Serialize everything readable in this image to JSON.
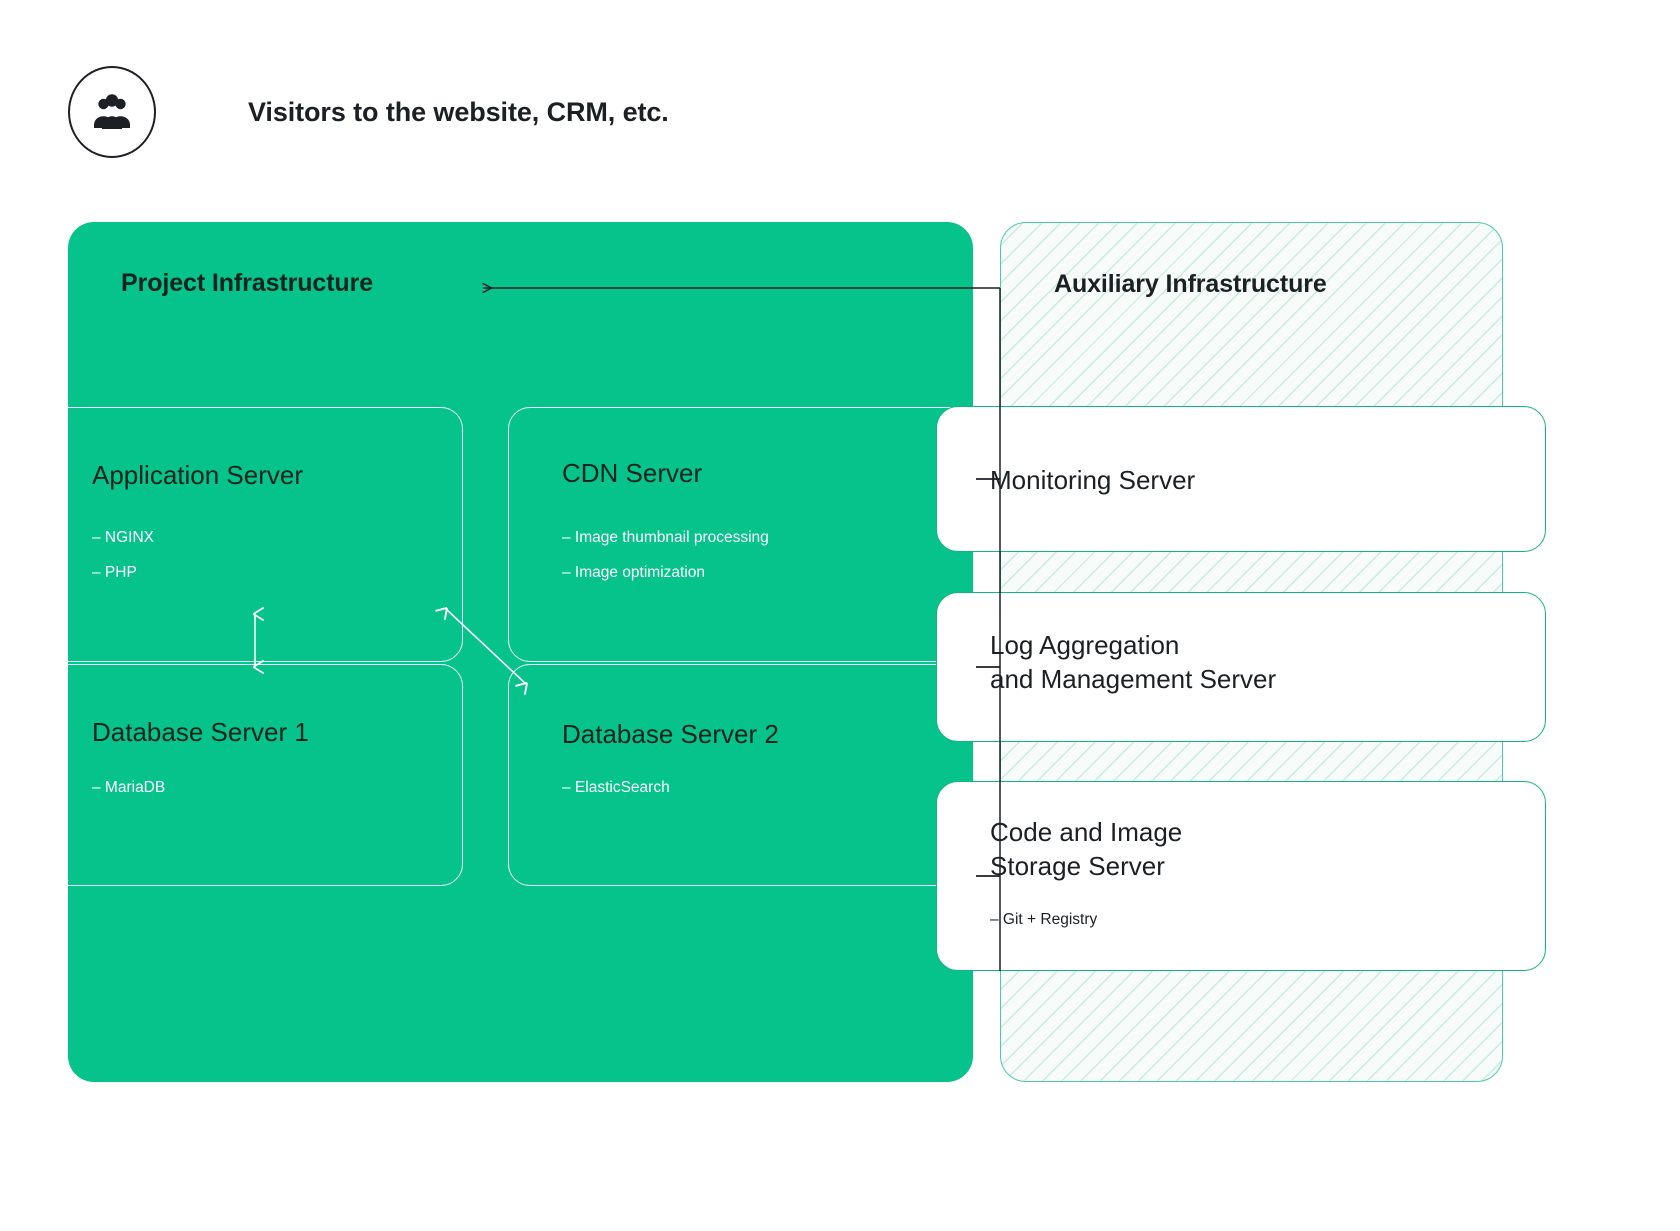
{
  "header": {
    "icon": "users-group-icon",
    "title": "Visitors to the website, CRM, etc."
  },
  "colors": {
    "project_panel_bg": "#06c28b",
    "aux_panel_bg": "#f7fcfa",
    "aux_panel_border": "#4fc9a3",
    "aux_hatch_stripe": "#cbeadd",
    "aux_card_border": "#14b387",
    "dark_text": "#1c2024",
    "green_card_title": "#10241d",
    "connector_line": "#1c2024",
    "white": "#ffffff"
  },
  "project": {
    "title": "Project Infrastructure",
    "cards": [
      {
        "name": "application-server",
        "title": "Application Server",
        "bullets": [
          "– NGINX",
          "– PHP"
        ]
      },
      {
        "name": "cdn-server",
        "title": "CDN Server",
        "bullets": [
          "– Image thumbnail processing",
          "– Image optimization"
        ]
      },
      {
        "name": "database-server-1",
        "title": "Database Server 1",
        "bullets": [
          "– MariaDB"
        ]
      },
      {
        "name": "database-server-2",
        "title": "Database Server 2",
        "bullets": [
          "– ElasticSearch"
        ]
      }
    ]
  },
  "auxiliary": {
    "title": "Auxiliary Infrastructure",
    "cards": [
      {
        "name": "monitoring-server",
        "title": "Monitoring Server",
        "bullets": []
      },
      {
        "name": "log-aggregation-and-management-server",
        "title": "Log Aggregation\nand Management Server",
        "bullets": []
      },
      {
        "name": "code-and-image-storage-server",
        "title": "Code and Image\nStorage Server",
        "bullets": [
          "– Git + Registry"
        ]
      }
    ]
  },
  "connections": [
    {
      "name": "auxiliary-to-project-arrow",
      "from": "Auxiliary Infrastructure",
      "to": "Project Infrastructure",
      "style": "arrow-left"
    },
    {
      "name": "app-server-to-database-1-link",
      "from": "Application Server",
      "to": "Database Server 1",
      "style": "double-arrow-vertical"
    },
    {
      "name": "app-server-to-database-2-link",
      "from": "Application Server",
      "to": "Database Server 2",
      "style": "double-arrow-diagonal"
    },
    {
      "name": "bus-tick-monitoring",
      "to": "Monitoring Server",
      "style": "tick"
    },
    {
      "name": "bus-tick-log-aggregation",
      "to": "Log Aggregation and Management Server",
      "style": "tick"
    },
    {
      "name": "bus-tick-code-storage",
      "to": "Code and Image Storage Server",
      "style": "tick"
    }
  ]
}
